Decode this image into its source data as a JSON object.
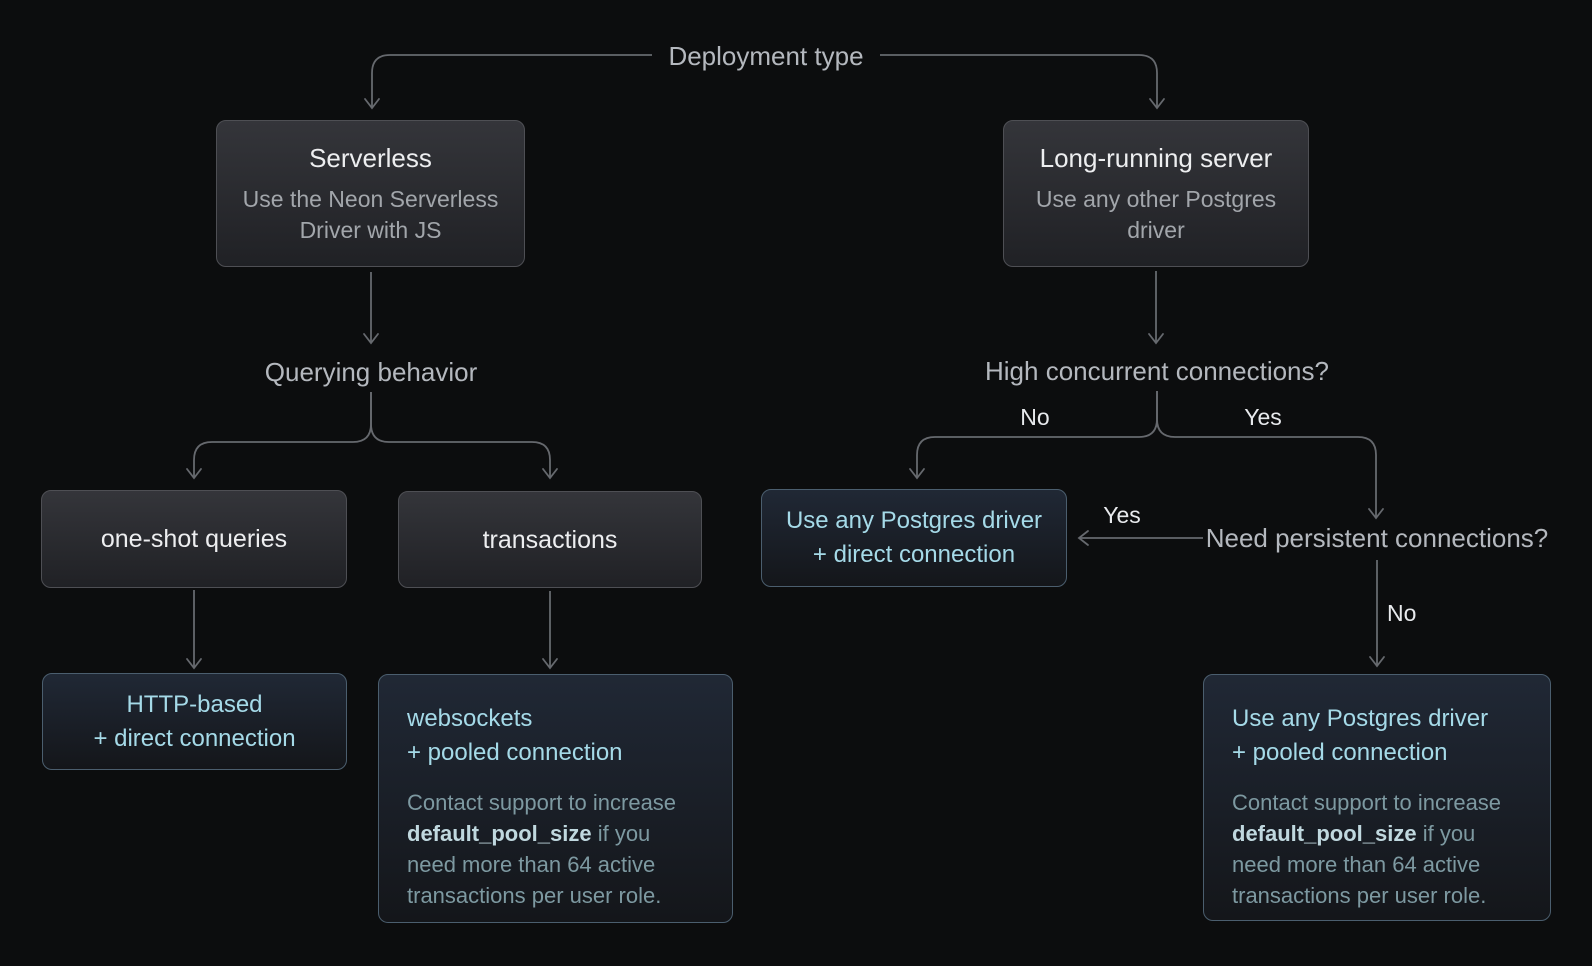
{
  "colors": {
    "background": "#0c0d0e",
    "connector": "#66696e",
    "question_text": "#b4b8be",
    "edge_label_text": "#e8eaed",
    "box_title": "#edeef0",
    "box_subtitle": "#a2a6ab",
    "accent_cyan": "#a5dae8",
    "note_text": "#7d99a1",
    "note_bold": "#c0d8df",
    "gray_box_top": "#34353a",
    "gray_box_bottom": "#202125",
    "gray_box_border": "#4e4f54",
    "blue_box_top": "#202835",
    "blue_box_bottom": "#14161a",
    "blue_box_border": "#4b5e6e"
  },
  "root": {
    "label": "Deployment type"
  },
  "serverless_branch": {
    "card": {
      "title": "Serverless",
      "subtitle": "Use the Neon Serverless\nDriver with JS"
    },
    "question": "Querying behavior",
    "option_one_shot": "one-shot queries",
    "option_transactions": "transactions",
    "result_http": {
      "lines": "HTTP-based\n+ direct connection"
    },
    "result_websockets": {
      "lines": "websockets\n+ pooled connection",
      "note_pre": "Contact support to increase\n",
      "note_bold": "default_pool_size",
      "note_post": " if you\nneed more than 64 active\ntransactions per user role."
    }
  },
  "server_branch": {
    "card": {
      "title": "Long-running server",
      "subtitle": "Use any other Postgres\ndriver"
    },
    "question_concurrent": "High concurrent connections?",
    "edge_no": "No",
    "edge_yes": "Yes",
    "result_direct": {
      "lines": "Use any Postgres driver\n+ direct connection"
    },
    "question_persistent": "Need persistent connections?",
    "edge_yes_to_direct": "Yes",
    "edge_no_to_pooled": "No",
    "result_pooled": {
      "lines": "Use any Postgres driver\n+ pooled connection",
      "note_pre": "Contact support to increase\n",
      "note_bold": "default_pool_size",
      "note_post": " if you\nneed more than 64 active\ntransactions per user role."
    }
  }
}
